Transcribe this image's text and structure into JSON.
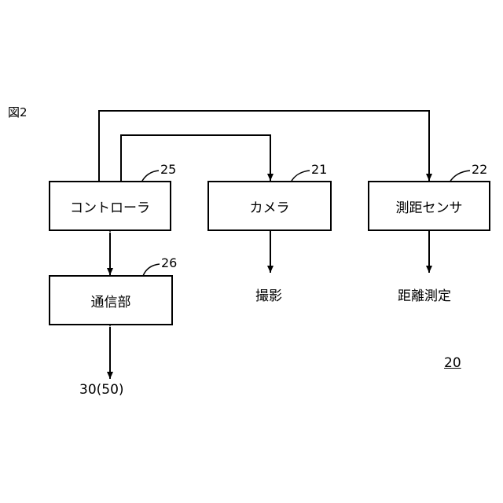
{
  "figure_label": "図2",
  "assembly_ref": "20",
  "blocks": {
    "controller": {
      "label": "コントローラ",
      "ref": "25"
    },
    "camera": {
      "label": "カメラ",
      "ref": "21"
    },
    "sensor": {
      "label": "測距センサ",
      "ref": "22"
    },
    "comm": {
      "label": "通信部",
      "ref": "26"
    }
  },
  "outputs": {
    "camera": "撮影",
    "sensor": "距離測定",
    "comm": "30(50)"
  }
}
